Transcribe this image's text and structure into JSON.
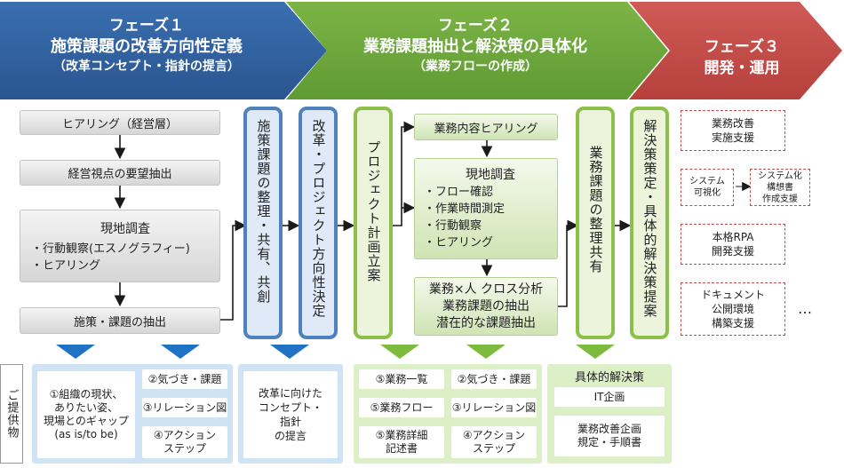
{
  "phases": [
    {
      "heading": "フェーズ１",
      "title": "施策課題の改善方向性定義",
      "subtitle": "（改革コンセプト・指針の提言）",
      "color": "#2f5f9e"
    },
    {
      "heading": "フェーズ２",
      "title": "業務課題抽出と解決策の具体化",
      "subtitle": "（業務フローの作成）",
      "color": "#6aa13b"
    },
    {
      "heading": "フェーズ３",
      "title": "開発・運用",
      "subtitle": "",
      "color": "#c0504d"
    }
  ],
  "phase1": {
    "box1": "ヒアリング（経営層）",
    "box2": "経営視点の要望抽出",
    "box3_title": "現地調査",
    "box3_items": [
      "・行動観察(エスノグラフィー)",
      "・ヒアリング"
    ],
    "box4": "施策・課題の抽出",
    "vbar1": "施策課題の整理・共有、共創",
    "vbar2": "改革・プロジェクト方向性決定"
  },
  "phase2": {
    "vbar_plan": "プロジェクト計画立案",
    "box1": "業務内容ヒアリング",
    "box2_title": "現地調査",
    "box2_items": [
      "・フロー確認",
      "・作業時間測定",
      "・行動観察",
      "・ヒアリング"
    ],
    "box3_lines": [
      "業務×人 クロス分析",
      "業務課題の抽出",
      "潜在的な課題抽出"
    ],
    "vbar_share": "業務課題の整理共有",
    "vbar_solution": "解決策策定・具体的解決策提案"
  },
  "phase3": {
    "box1": [
      "業務改善",
      "実施支援"
    ],
    "box2a": [
      "システム",
      "可視化"
    ],
    "box2b": [
      "システム化",
      "構想書",
      "作成支援"
    ],
    "box3": [
      "本格RPA",
      "開発支援"
    ],
    "box4": [
      "ドキュメント",
      "公開環境",
      "構築支援"
    ],
    "ellipsis": "…"
  },
  "deliverables": {
    "label": "ご提供物",
    "p1_item": [
      "①組織の現状、",
      "ありたい姿、",
      "現場とのギャップ",
      "(as is/to be)"
    ],
    "p1_right": [
      [
        "②気づき・課題"
      ],
      [
        "③リレーション図"
      ],
      [
        "④アクション",
        "ステップ"
      ]
    ],
    "p1_concept": [
      "改革に向けた",
      "コンセプト・",
      "指針",
      "の提言"
    ],
    "p2_left": [
      [
        "⑤業務一覧"
      ],
      [
        "⑤業務フロー"
      ],
      [
        "⑤業務詳細",
        "記述書"
      ]
    ],
    "p2_right": [
      [
        "②気づき・課題"
      ],
      [
        "③リレーション図"
      ],
      [
        "④アクション",
        "ステップ"
      ]
    ],
    "p2_solution_title": "具体的解決策",
    "p2_solution_items": [
      [
        "IT企画"
      ],
      [
        "業務改善企画",
        "規定・手順書"
      ]
    ]
  },
  "colors": {
    "blue_panel": "#cfe3f5",
    "green_panel": "#dcefc6",
    "blue_border": "#4f81bd",
    "green_border": "#8cc04a",
    "red": "#c0504d"
  }
}
